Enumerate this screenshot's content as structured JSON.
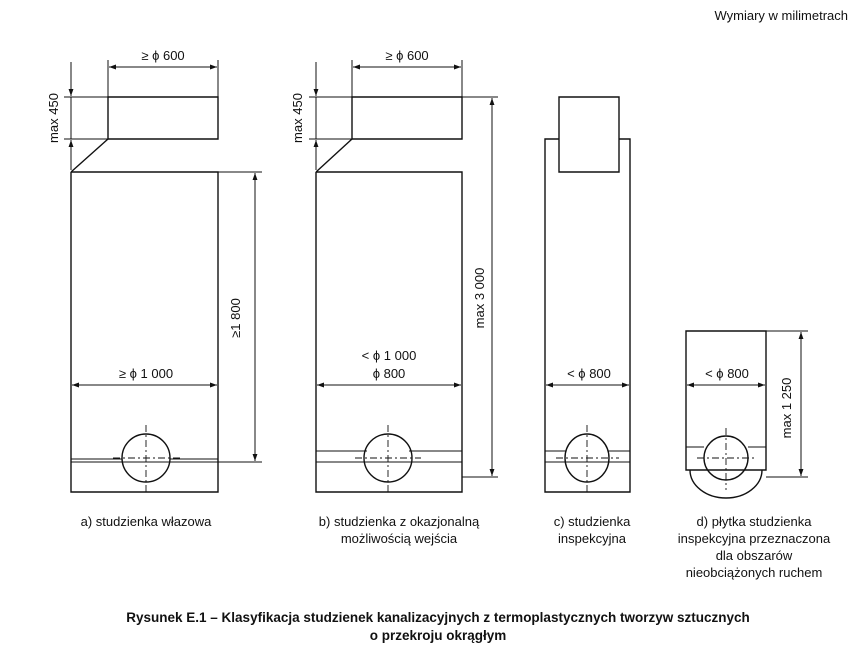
{
  "units_note": "Wymiary w milimetrach",
  "figures": {
    "a": {
      "caption": [
        "a) studzienka włazowa"
      ],
      "top_width": "≥ ϕ 600",
      "cone_height": "max 450",
      "body_width": "≥ ϕ 1 000",
      "body_height": "≥1 800"
    },
    "b": {
      "caption": [
        "b) studzienka z okazjonalną",
        "możliwością wejścia"
      ],
      "top_width": "≥ ϕ 600",
      "cone_height": "max 450",
      "body_width_1": "< ϕ 1 000",
      "body_width_2": "ϕ 800",
      "total_height": "max 3 000"
    },
    "c": {
      "caption": [
        "c) studzienka",
        "inspekcyjna"
      ],
      "body_width": "< ϕ 800"
    },
    "d": {
      "caption": [
        "d) płytka studzienka",
        "inspekcyjna przeznaczona",
        "dla obszarów",
        "nieobciążonych ruchem"
      ],
      "body_width": "< ϕ 800",
      "height": "max 1 250"
    }
  },
  "title_lines": [
    "Rysunek E.1 – Klasyfikacja studzienek kanalizacyjnych z termoplastycznych tworzyw sztucznych",
    "o przekroju okrągłym"
  ]
}
